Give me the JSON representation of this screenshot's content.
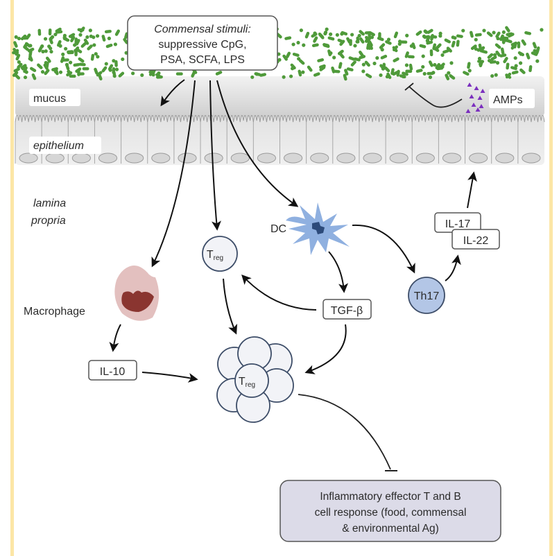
{
  "figure": {
    "stimuli_box": {
      "title": "Commensal stimuli:",
      "line2": "suppressive CpG,",
      "line3": "PSA, SCFA, LPS"
    },
    "regions": {
      "mucus": "mucus",
      "epithelium": "epithelium",
      "lamina_line1": "lamina",
      "lamina_line2": "propria"
    },
    "amps_label": "AMPs",
    "cells": {
      "dc": "DC",
      "macrophage": "Macrophage",
      "treg_main": "T",
      "treg_sub": "reg",
      "th17": "Th17"
    },
    "cytokines": {
      "il10": "IL-10",
      "tgfb": "TGF-β",
      "il17": "IL-17",
      "il22": "IL-22"
    },
    "outcome_box": {
      "line1": "Inflammatory effector T and B",
      "line2": "cell response (food, commensal",
      "line3": "& environmental Ag)"
    },
    "colors": {
      "bacteria": "#4f9a3a",
      "amps": "#7b2fbe",
      "dc": "#8fb0e0",
      "dc_nucleus": "#2c4a7a",
      "macrophage": "#e3c0bf",
      "macrophage_nucleus": "#8a3530",
      "th17": "#b3c6e6",
      "treg_fill": "#f2f3f7",
      "cell_stroke": "#3d4d68",
      "outcome_fill": "#dcdbe8",
      "frame": "#fce6a6"
    }
  }
}
